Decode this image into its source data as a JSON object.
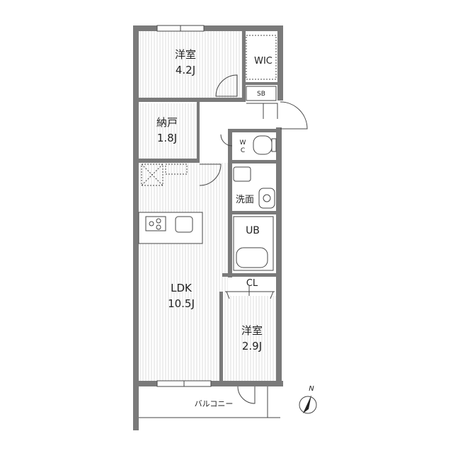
{
  "rooms": {
    "western_room_1": {
      "name": "洋室",
      "size": "4.2J"
    },
    "wic": {
      "name": "WIC"
    },
    "sb": {
      "name": "SB"
    },
    "storage": {
      "name": "納戸",
      "size": "1.8J"
    },
    "toilet": {
      "name": "W\nC",
      "line1": "W",
      "line2": "C"
    },
    "washroom": {
      "name": "洗面"
    },
    "unit_bath": {
      "name": "UB"
    },
    "ldk": {
      "name": "LDK",
      "size": "10.5J"
    },
    "closet": {
      "name": "CL"
    },
    "western_room_2": {
      "name": "洋室",
      "size": "2.9J"
    },
    "balcony": {
      "name": "バルコニー"
    }
  },
  "compass": {
    "label": "N",
    "icon": "north-arrow-icon"
  },
  "colors": {
    "wall": "#7a7a7a",
    "floor_stripe": "#d8d8d8",
    "line": "#444444"
  }
}
